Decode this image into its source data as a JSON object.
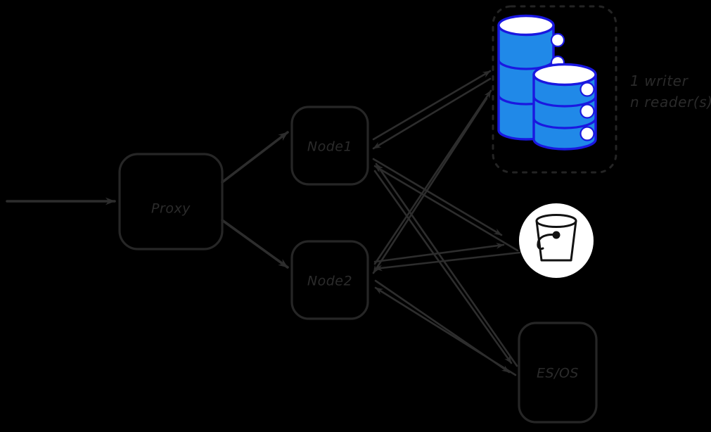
{
  "diagram": {
    "title": "Proxy and node data-store architecture",
    "background_color": "#000000",
    "stroke_color": "#2d2d2d",
    "accent_blue": "#2089e8",
    "accent_blue_stroke": "#1a18e0",
    "white": "#ffffff"
  },
  "nodes": {
    "proxy": {
      "label": "Proxy",
      "shape": "rounded-rect"
    },
    "node1": {
      "label": "Node1",
      "shape": "rounded-rect"
    },
    "node2": {
      "label": "Node2",
      "shape": "rounded-rect"
    },
    "esos": {
      "label": "ES/OS",
      "shape": "rounded-rect"
    },
    "bucket": {
      "label": "bucket-icon",
      "shape": "circle-icon"
    },
    "database_group": {
      "annotation_line1": "1 writer",
      "annotation_line2": "n reader(s)",
      "border_style": "dotted",
      "cylinder_count": 2,
      "segments_per_cylinder": 3
    }
  },
  "edges": [
    {
      "from": "ingress",
      "to": "proxy",
      "direction": "one-way"
    },
    {
      "from": "proxy",
      "to": "node1",
      "direction": "one-way"
    },
    {
      "from": "proxy",
      "to": "node2",
      "direction": "one-way"
    },
    {
      "from": "node1",
      "to": "database_group",
      "direction": "bidirectional"
    },
    {
      "from": "node2",
      "to": "database_group",
      "direction": "bidirectional"
    },
    {
      "from": "node1",
      "to": "bucket",
      "direction": "bidirectional"
    },
    {
      "from": "node2",
      "to": "bucket",
      "direction": "bidirectional"
    },
    {
      "from": "node1",
      "to": "esos",
      "direction": "bidirectional"
    },
    {
      "from": "node2",
      "to": "esos",
      "direction": "bidirectional"
    }
  ]
}
